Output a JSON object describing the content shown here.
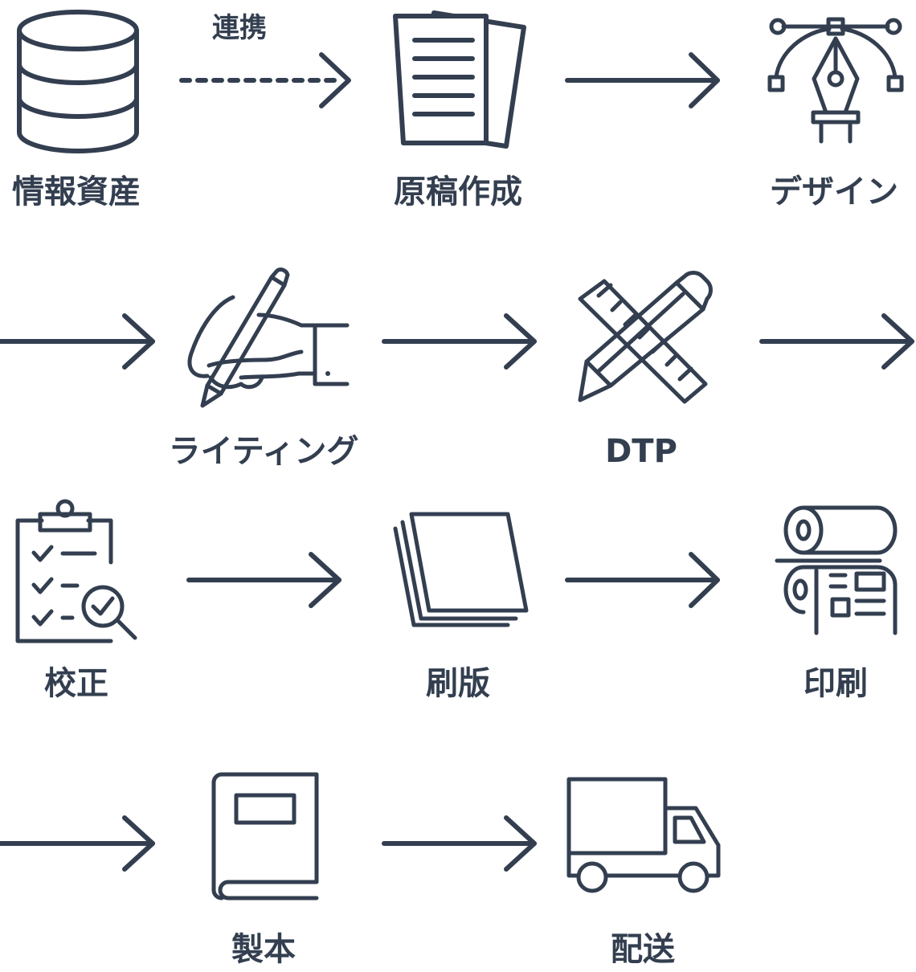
{
  "edge_label": "連携",
  "steps": [
    {
      "label": "情報資産",
      "icon": "database-icon"
    },
    {
      "label": "原稿作成",
      "icon": "documents-icon"
    },
    {
      "label": "デザイン",
      "icon": "pen-tool-icon"
    },
    {
      "label": "ライティング",
      "icon": "writing-hand-icon"
    },
    {
      "label": "DTP",
      "icon": "ruler-pencil-icon"
    },
    {
      "label": "校正",
      "icon": "checklist-magnifier-icon"
    },
    {
      "label": "刷版",
      "icon": "plates-icon"
    },
    {
      "label": "印刷",
      "icon": "printing-press-icon"
    },
    {
      "label": "製本",
      "icon": "book-icon"
    },
    {
      "label": "配送",
      "icon": "truck-icon"
    }
  ],
  "colors": {
    "ink": "#333f50",
    "background": "#ffffff"
  }
}
